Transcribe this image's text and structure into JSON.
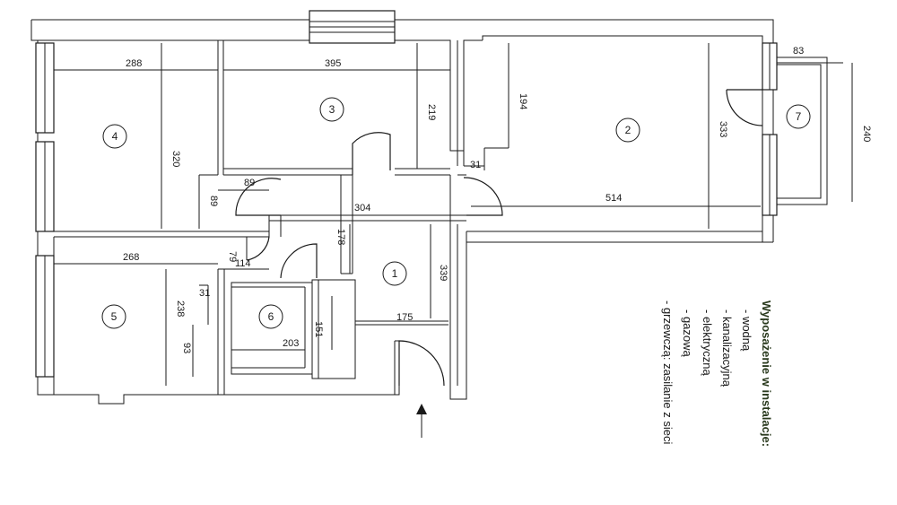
{
  "rooms": [
    {
      "id": "1",
      "label": "1"
    },
    {
      "id": "2",
      "label": "2"
    },
    {
      "id": "3",
      "label": "3"
    },
    {
      "id": "4",
      "label": "4"
    },
    {
      "id": "5",
      "label": "5"
    },
    {
      "id": "6",
      "label": "6"
    },
    {
      "id": "7",
      "label": "7"
    }
  ],
  "dimensions": {
    "d288": "288",
    "d395": "395",
    "d219": "219",
    "d194": "194",
    "d333": "333",
    "d83": "83",
    "d240": "240",
    "d320": "320",
    "d89a": "89",
    "d89b": "89",
    "d304": "304",
    "d31a": "31",
    "d514": "514",
    "d178": "178",
    "d339": "339",
    "d268": "268",
    "d79": "79",
    "d114": "114",
    "d31b": "31",
    "d238": "238",
    "d93": "93",
    "d151": "151",
    "d175": "175",
    "d203": "203"
  },
  "equipment": {
    "title": "Wyposażenie w instalacje:",
    "items": [
      "- wodną",
      "- kanalizacyjną",
      "- elektryczną",
      "- gazową",
      "- grzewczą: zasilanie z sieci"
    ]
  }
}
